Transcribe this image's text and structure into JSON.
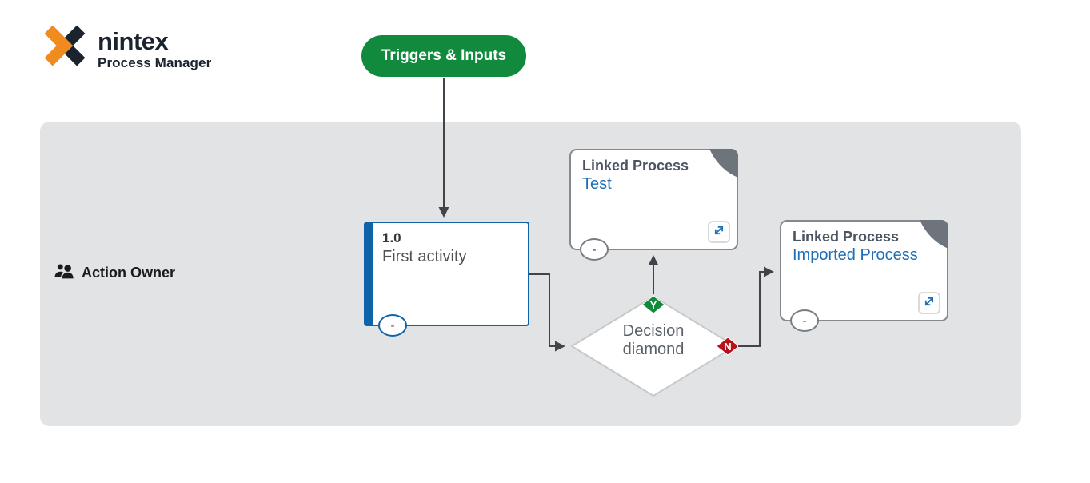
{
  "brand": {
    "name": "nintex",
    "subtitle": "Process Manager"
  },
  "header": {
    "trigger_button": "Triggers & Inputs"
  },
  "lane": {
    "label": "Action Owner"
  },
  "nodes": {
    "activity": {
      "number": "1.0",
      "name": "First activity",
      "collapse_badge": "-"
    },
    "linked_process_test": {
      "type_label": "Linked Process",
      "name": "Test",
      "collapse_badge": "-"
    },
    "linked_process_imported": {
      "type_label": "Linked Process",
      "name": "Imported Process",
      "collapse_badge": "-"
    },
    "decision": {
      "label": "Decision diamond",
      "yes_label": "Y",
      "no_label": "N"
    }
  },
  "colors": {
    "trigger_green": "#118a3e",
    "activity_blue": "#0f63a8",
    "link_blue": "#1e6fb8",
    "decision_yes_green": "#118a3e",
    "decision_no_red": "#b5121b",
    "lane_gray": "#e2e3e5",
    "connector_gray": "#3f454a",
    "fold_gray": "#6d747b",
    "logo_orange": "#f28b1f",
    "logo_navy": "#1b242e"
  }
}
